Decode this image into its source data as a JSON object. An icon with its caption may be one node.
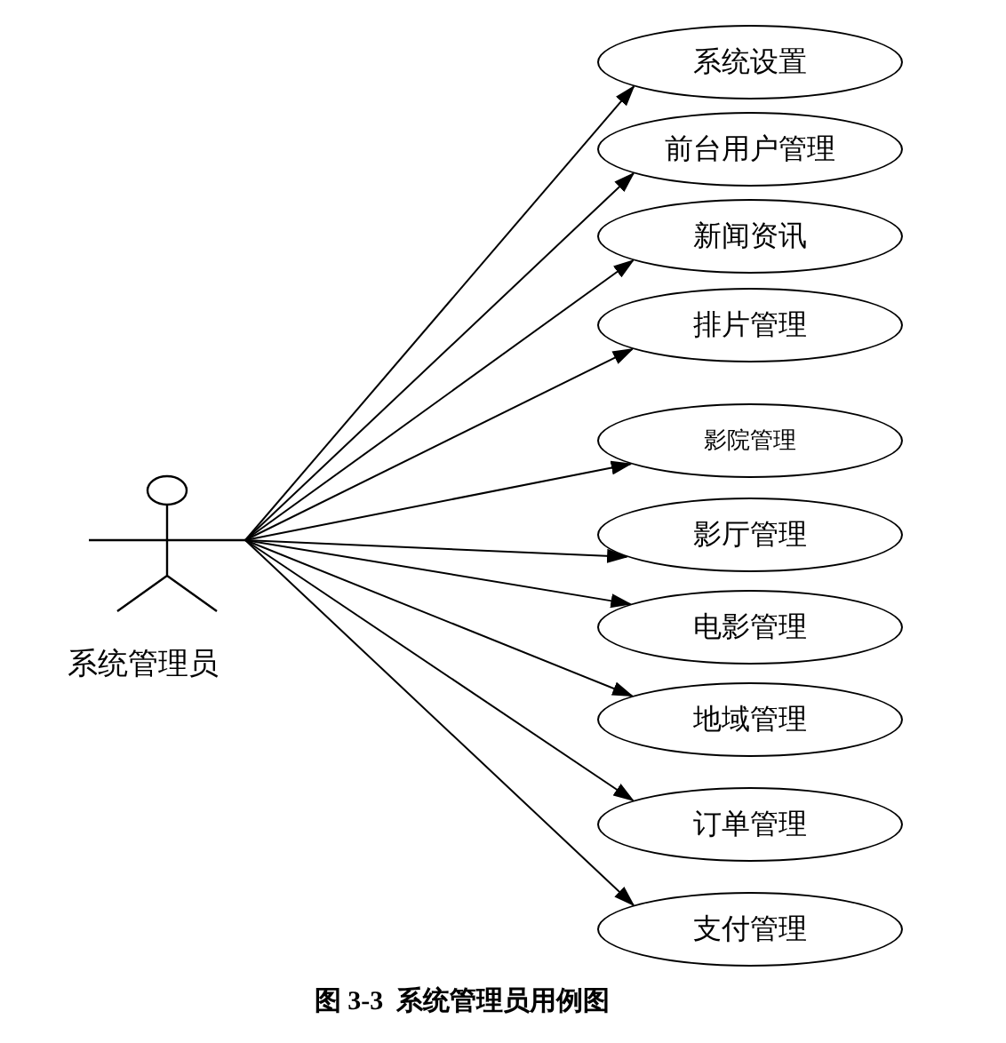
{
  "diagram": {
    "caption": "图 3-3  系统管理员用例图",
    "nodes": [
      {
        "text": [
          "系统管理员"
        ]
      },
      {
        "text": [
          "系统设置"
        ]
      },
      {
        "text": [
          "前台用户管理"
        ]
      },
      {
        "text": [
          "新闻资讯"
        ]
      },
      {
        "text": [
          "排片管理"
        ]
      },
      {
        "text": [
          "影院管理"
        ]
      },
      {
        "text": [
          "影厅管理"
        ]
      },
      {
        "text": [
          "电影管理"
        ]
      },
      {
        "text": [
          "地域管理"
        ]
      },
      {
        "text": [
          "订单管理"
        ]
      },
      {
        "text": [
          "支付管理"
        ]
      }
    ],
    "edges": [
      {
        "from": 0,
        "to": 1,
        "arrow": "to"
      },
      {
        "from": 0,
        "to": 2,
        "arrow": "to"
      },
      {
        "from": 0,
        "to": 3,
        "arrow": "to"
      },
      {
        "from": 0,
        "to": 4,
        "arrow": "to"
      },
      {
        "from": 0,
        "to": 5,
        "arrow": "to"
      },
      {
        "from": 0,
        "to": 6,
        "arrow": "to"
      },
      {
        "from": 0,
        "to": 7,
        "arrow": "to"
      },
      {
        "from": 0,
        "to": 8,
        "arrow": "to"
      },
      {
        "from": 0,
        "to": 9,
        "arrow": "to"
      },
      {
        "from": 0,
        "to": 10,
        "arrow": "to"
      }
    ]
  }
}
